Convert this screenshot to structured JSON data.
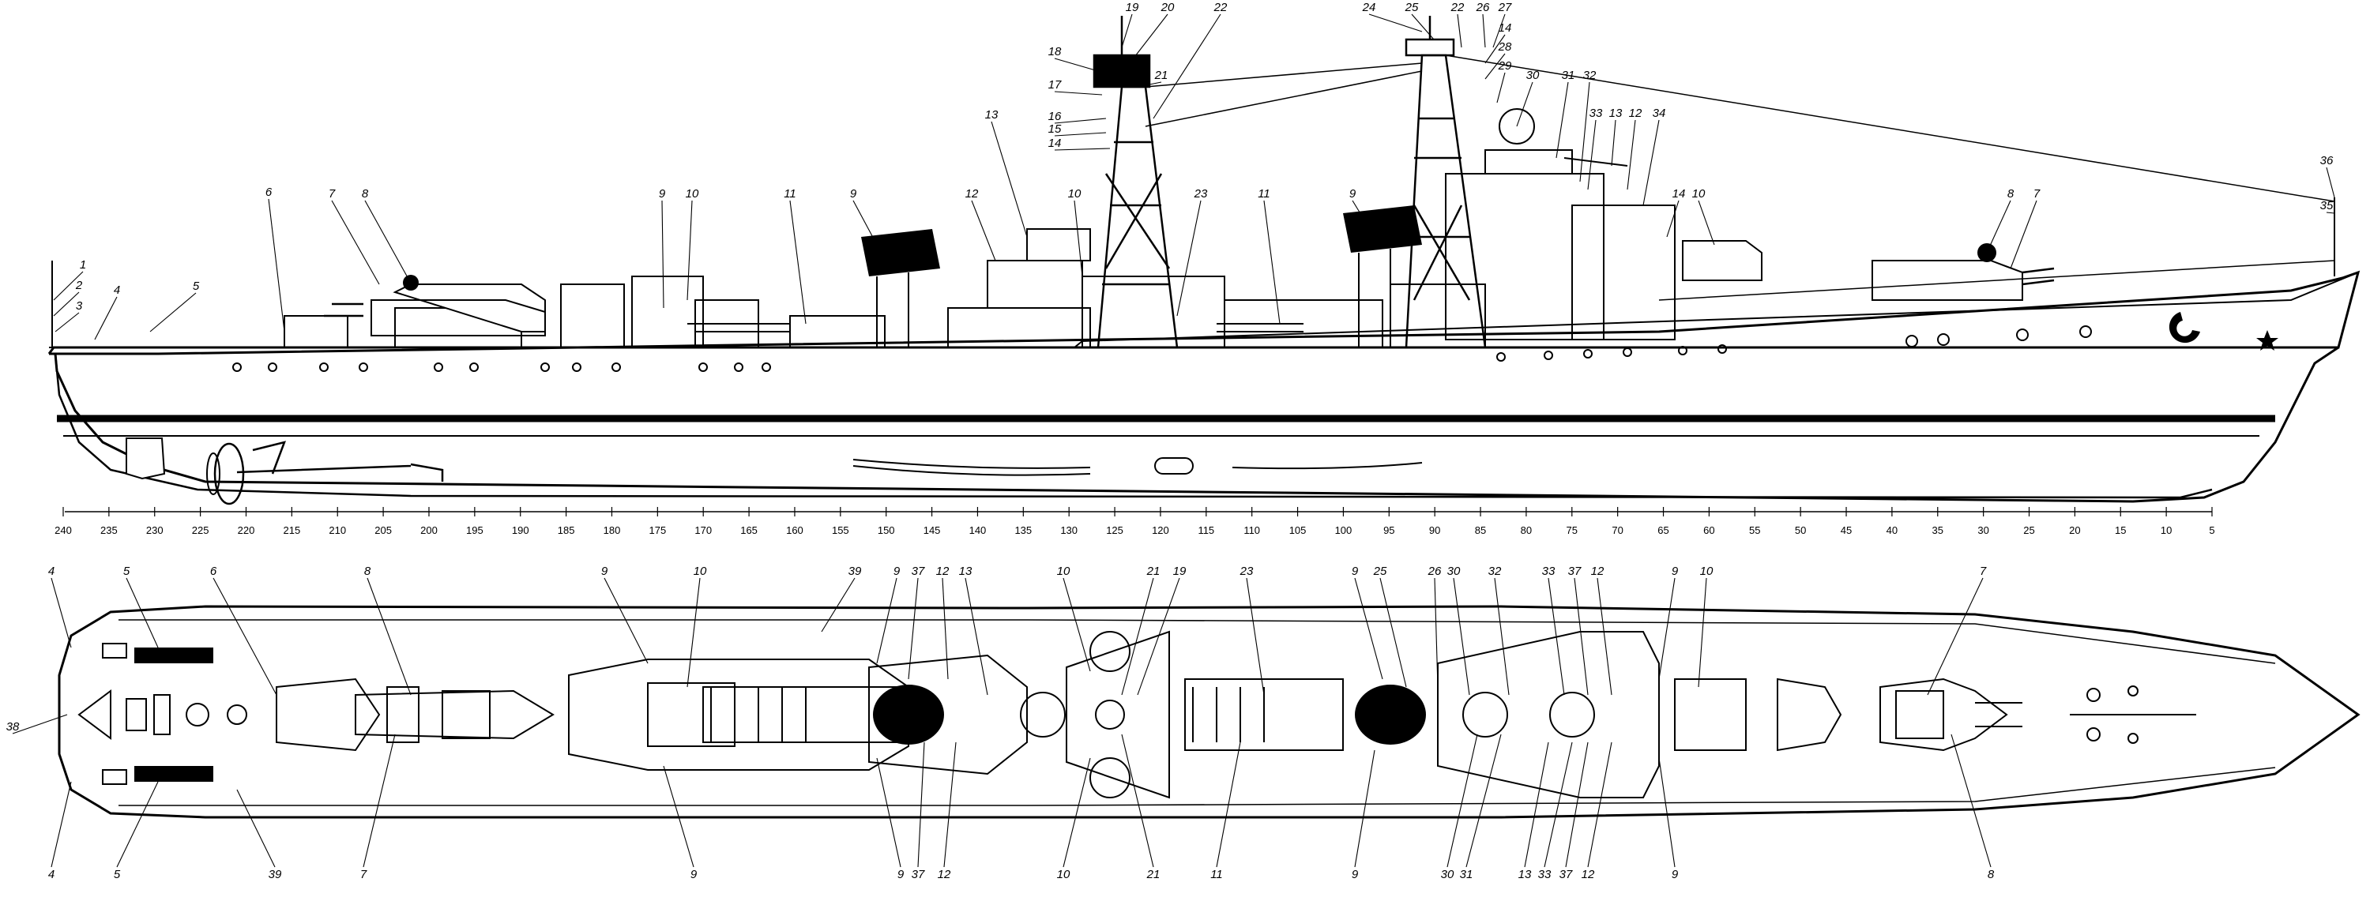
{
  "profile_view": {
    "callouts": [
      {
        "id": "p1",
        "text": "1"
      },
      {
        "id": "p2",
        "text": "2"
      },
      {
        "id": "p3",
        "text": "3"
      },
      {
        "id": "p4",
        "text": "4"
      },
      {
        "id": "p5",
        "text": "5"
      },
      {
        "id": "p6",
        "text": "6"
      },
      {
        "id": "p7a",
        "text": "7"
      },
      {
        "id": "p8a",
        "text": "8"
      },
      {
        "id": "p9a",
        "text": "9"
      },
      {
        "id": "p10a",
        "text": "10"
      },
      {
        "id": "p11a",
        "text": "11"
      },
      {
        "id": "p9b",
        "text": "9"
      },
      {
        "id": "p13a",
        "text": "13"
      },
      {
        "id": "p12a",
        "text": "12"
      },
      {
        "id": "p10b",
        "text": "10"
      },
      {
        "id": "p18",
        "text": "18"
      },
      {
        "id": "p17",
        "text": "17"
      },
      {
        "id": "p16",
        "text": "16"
      },
      {
        "id": "p15",
        "text": "15"
      },
      {
        "id": "p14a",
        "text": "14"
      },
      {
        "id": "p19",
        "text": "19"
      },
      {
        "id": "p20",
        "text": "20"
      },
      {
        "id": "p21",
        "text": "21"
      },
      {
        "id": "p22a",
        "text": "22"
      },
      {
        "id": "p23",
        "text": "23"
      },
      {
        "id": "p11b",
        "text": "11"
      },
      {
        "id": "p9c",
        "text": "9"
      },
      {
        "id": "p24",
        "text": "24"
      },
      {
        "id": "p25",
        "text": "25"
      },
      {
        "id": "p22b",
        "text": "22"
      },
      {
        "id": "p26",
        "text": "26"
      },
      {
        "id": "p27",
        "text": "27"
      },
      {
        "id": "p14b",
        "text": "14"
      },
      {
        "id": "p28",
        "text": "28"
      },
      {
        "id": "p29",
        "text": "29"
      },
      {
        "id": "p30",
        "text": "30"
      },
      {
        "id": "p31",
        "text": "31"
      },
      {
        "id": "p32",
        "text": "32"
      },
      {
        "id": "p33",
        "text": "33"
      },
      {
        "id": "p13b",
        "text": "13"
      },
      {
        "id": "p12b",
        "text": "12"
      },
      {
        "id": "p34",
        "text": "34"
      },
      {
        "id": "p14c",
        "text": "14"
      },
      {
        "id": "p10c",
        "text": "10"
      },
      {
        "id": "p8b",
        "text": "8"
      },
      {
        "id": "p7b",
        "text": "7"
      },
      {
        "id": "p36",
        "text": "36"
      },
      {
        "id": "p35",
        "text": "35"
      }
    ]
  },
  "frame_scale": {
    "labels": [
      "240",
      "235",
      "230",
      "225",
      "220",
      "215",
      "210",
      "205",
      "200",
      "195",
      "190",
      "185",
      "180",
      "175",
      "170",
      "165",
      "160",
      "155",
      "150",
      "145",
      "140",
      "135",
      "130",
      "125",
      "120",
      "115",
      "110",
      "105",
      "100",
      "95",
      "90",
      "85",
      "80",
      "75",
      "70",
      "65",
      "60",
      "55",
      "50",
      "45",
      "40",
      "35",
      "30",
      "25",
      "20",
      "15",
      "10",
      "5"
    ]
  },
  "plan_view": {
    "top_callouts": [
      {
        "id": "t4",
        "text": "4"
      },
      {
        "id": "t5",
        "text": "5"
      },
      {
        "id": "t6",
        "text": "6"
      },
      {
        "id": "t8",
        "text": "8"
      },
      {
        "id": "t9a",
        "text": "9"
      },
      {
        "id": "t10a",
        "text": "10"
      },
      {
        "id": "t39",
        "text": "39"
      },
      {
        "id": "t9b",
        "text": "9"
      },
      {
        "id": "t37a",
        "text": "37"
      },
      {
        "id": "t12a",
        "text": "12"
      },
      {
        "id": "t13a",
        "text": "13"
      },
      {
        "id": "t10b",
        "text": "10"
      },
      {
        "id": "t21a",
        "text": "21"
      },
      {
        "id": "t19",
        "text": "19"
      },
      {
        "id": "t23",
        "text": "23"
      },
      {
        "id": "t9c",
        "text": "9"
      },
      {
        "id": "t25",
        "text": "25"
      },
      {
        "id": "t26",
        "text": "26"
      },
      {
        "id": "t30a",
        "text": "30"
      },
      {
        "id": "t32",
        "text": "32"
      },
      {
        "id": "t33a",
        "text": "33"
      },
      {
        "id": "t37b",
        "text": "37"
      },
      {
        "id": "t12b",
        "text": "12"
      },
      {
        "id": "t9d",
        "text": "9"
      },
      {
        "id": "t10c",
        "text": "10"
      },
      {
        "id": "t7",
        "text": "7"
      }
    ],
    "side_callouts": [
      {
        "id": "s38",
        "text": "38"
      }
    ],
    "bottom_callouts": [
      {
        "id": "b4",
        "text": "4"
      },
      {
        "id": "b5",
        "text": "5"
      },
      {
        "id": "b39",
        "text": "39"
      },
      {
        "id": "b7",
        "text": "7"
      },
      {
        "id": "b9a",
        "text": "9"
      },
      {
        "id": "b9b",
        "text": "9"
      },
      {
        "id": "b37a",
        "text": "37"
      },
      {
        "id": "b12a",
        "text": "12"
      },
      {
        "id": "b10",
        "text": "10"
      },
      {
        "id": "b21",
        "text": "21"
      },
      {
        "id": "b11",
        "text": "11"
      },
      {
        "id": "b9c",
        "text": "9"
      },
      {
        "id": "b30",
        "text": "30"
      },
      {
        "id": "b31",
        "text": "31"
      },
      {
        "id": "b13",
        "text": "13"
      },
      {
        "id": "b33",
        "text": "33"
      },
      {
        "id": "b37b",
        "text": "37"
      },
      {
        "id": "b12b",
        "text": "12"
      },
      {
        "id": "b9d",
        "text": "9"
      },
      {
        "id": "b8",
        "text": "8"
      }
    ]
  }
}
